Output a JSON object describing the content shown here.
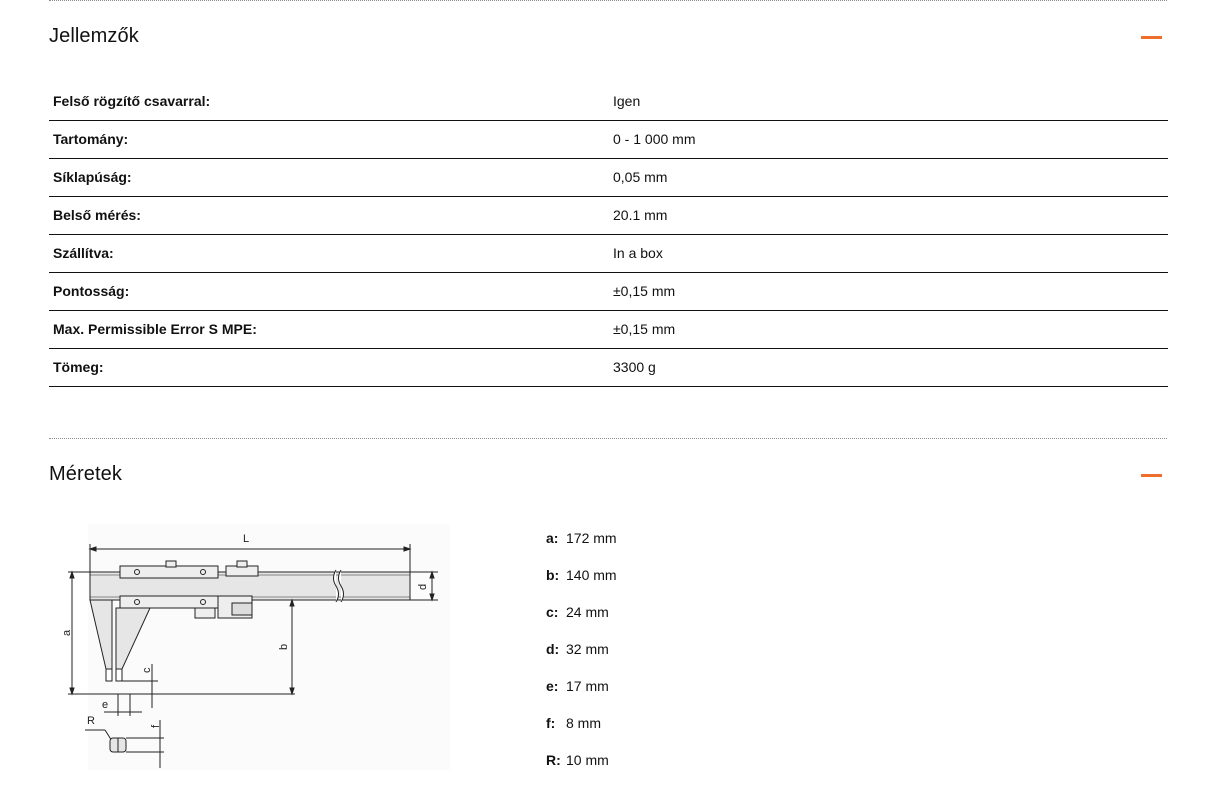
{
  "sections": {
    "features": {
      "title": "Jellemzők",
      "toggle": "collapse",
      "rows": [
        {
          "label": "Felső rögzítő csavarral:",
          "value": "Igen"
        },
        {
          "label": "Tartomány:",
          "value": "0 - 1 000 mm"
        },
        {
          "label": "Síklapúság:",
          "value": "0,05 mm"
        },
        {
          "label": "Belső mérés:",
          "value": "20.1 mm"
        },
        {
          "label": "Szállítva:",
          "value": "In a box"
        },
        {
          "label": "Pontosság:",
          "value": "±0,15 mm"
        },
        {
          "label": "Max. Permissible Error S MPE:",
          "value": "±0,15 mm"
        },
        {
          "label": "Tömeg:",
          "value": "3300 g"
        }
      ]
    },
    "dimensions": {
      "title": "Méretek",
      "toggle": "collapse",
      "diagram_labels": {
        "L": "L",
        "a": "a",
        "b": "b",
        "c": "c",
        "d": "d",
        "e": "e",
        "f": "f",
        "R": "R"
      },
      "items": [
        {
          "key": "a:",
          "value": "172 mm"
        },
        {
          "key": "b:",
          "value": "140 mm"
        },
        {
          "key": "c:",
          "value": "24 mm"
        },
        {
          "key": "d:",
          "value": "32 mm"
        },
        {
          "key": "e:",
          "value": "17 mm"
        },
        {
          "key": "f:",
          "value": "8 mm"
        },
        {
          "key": "R:",
          "value": "10 mm"
        }
      ]
    }
  },
  "colors": {
    "accent": "#ee6f2d",
    "text": "#111111",
    "divider": "#8a8a8a"
  }
}
